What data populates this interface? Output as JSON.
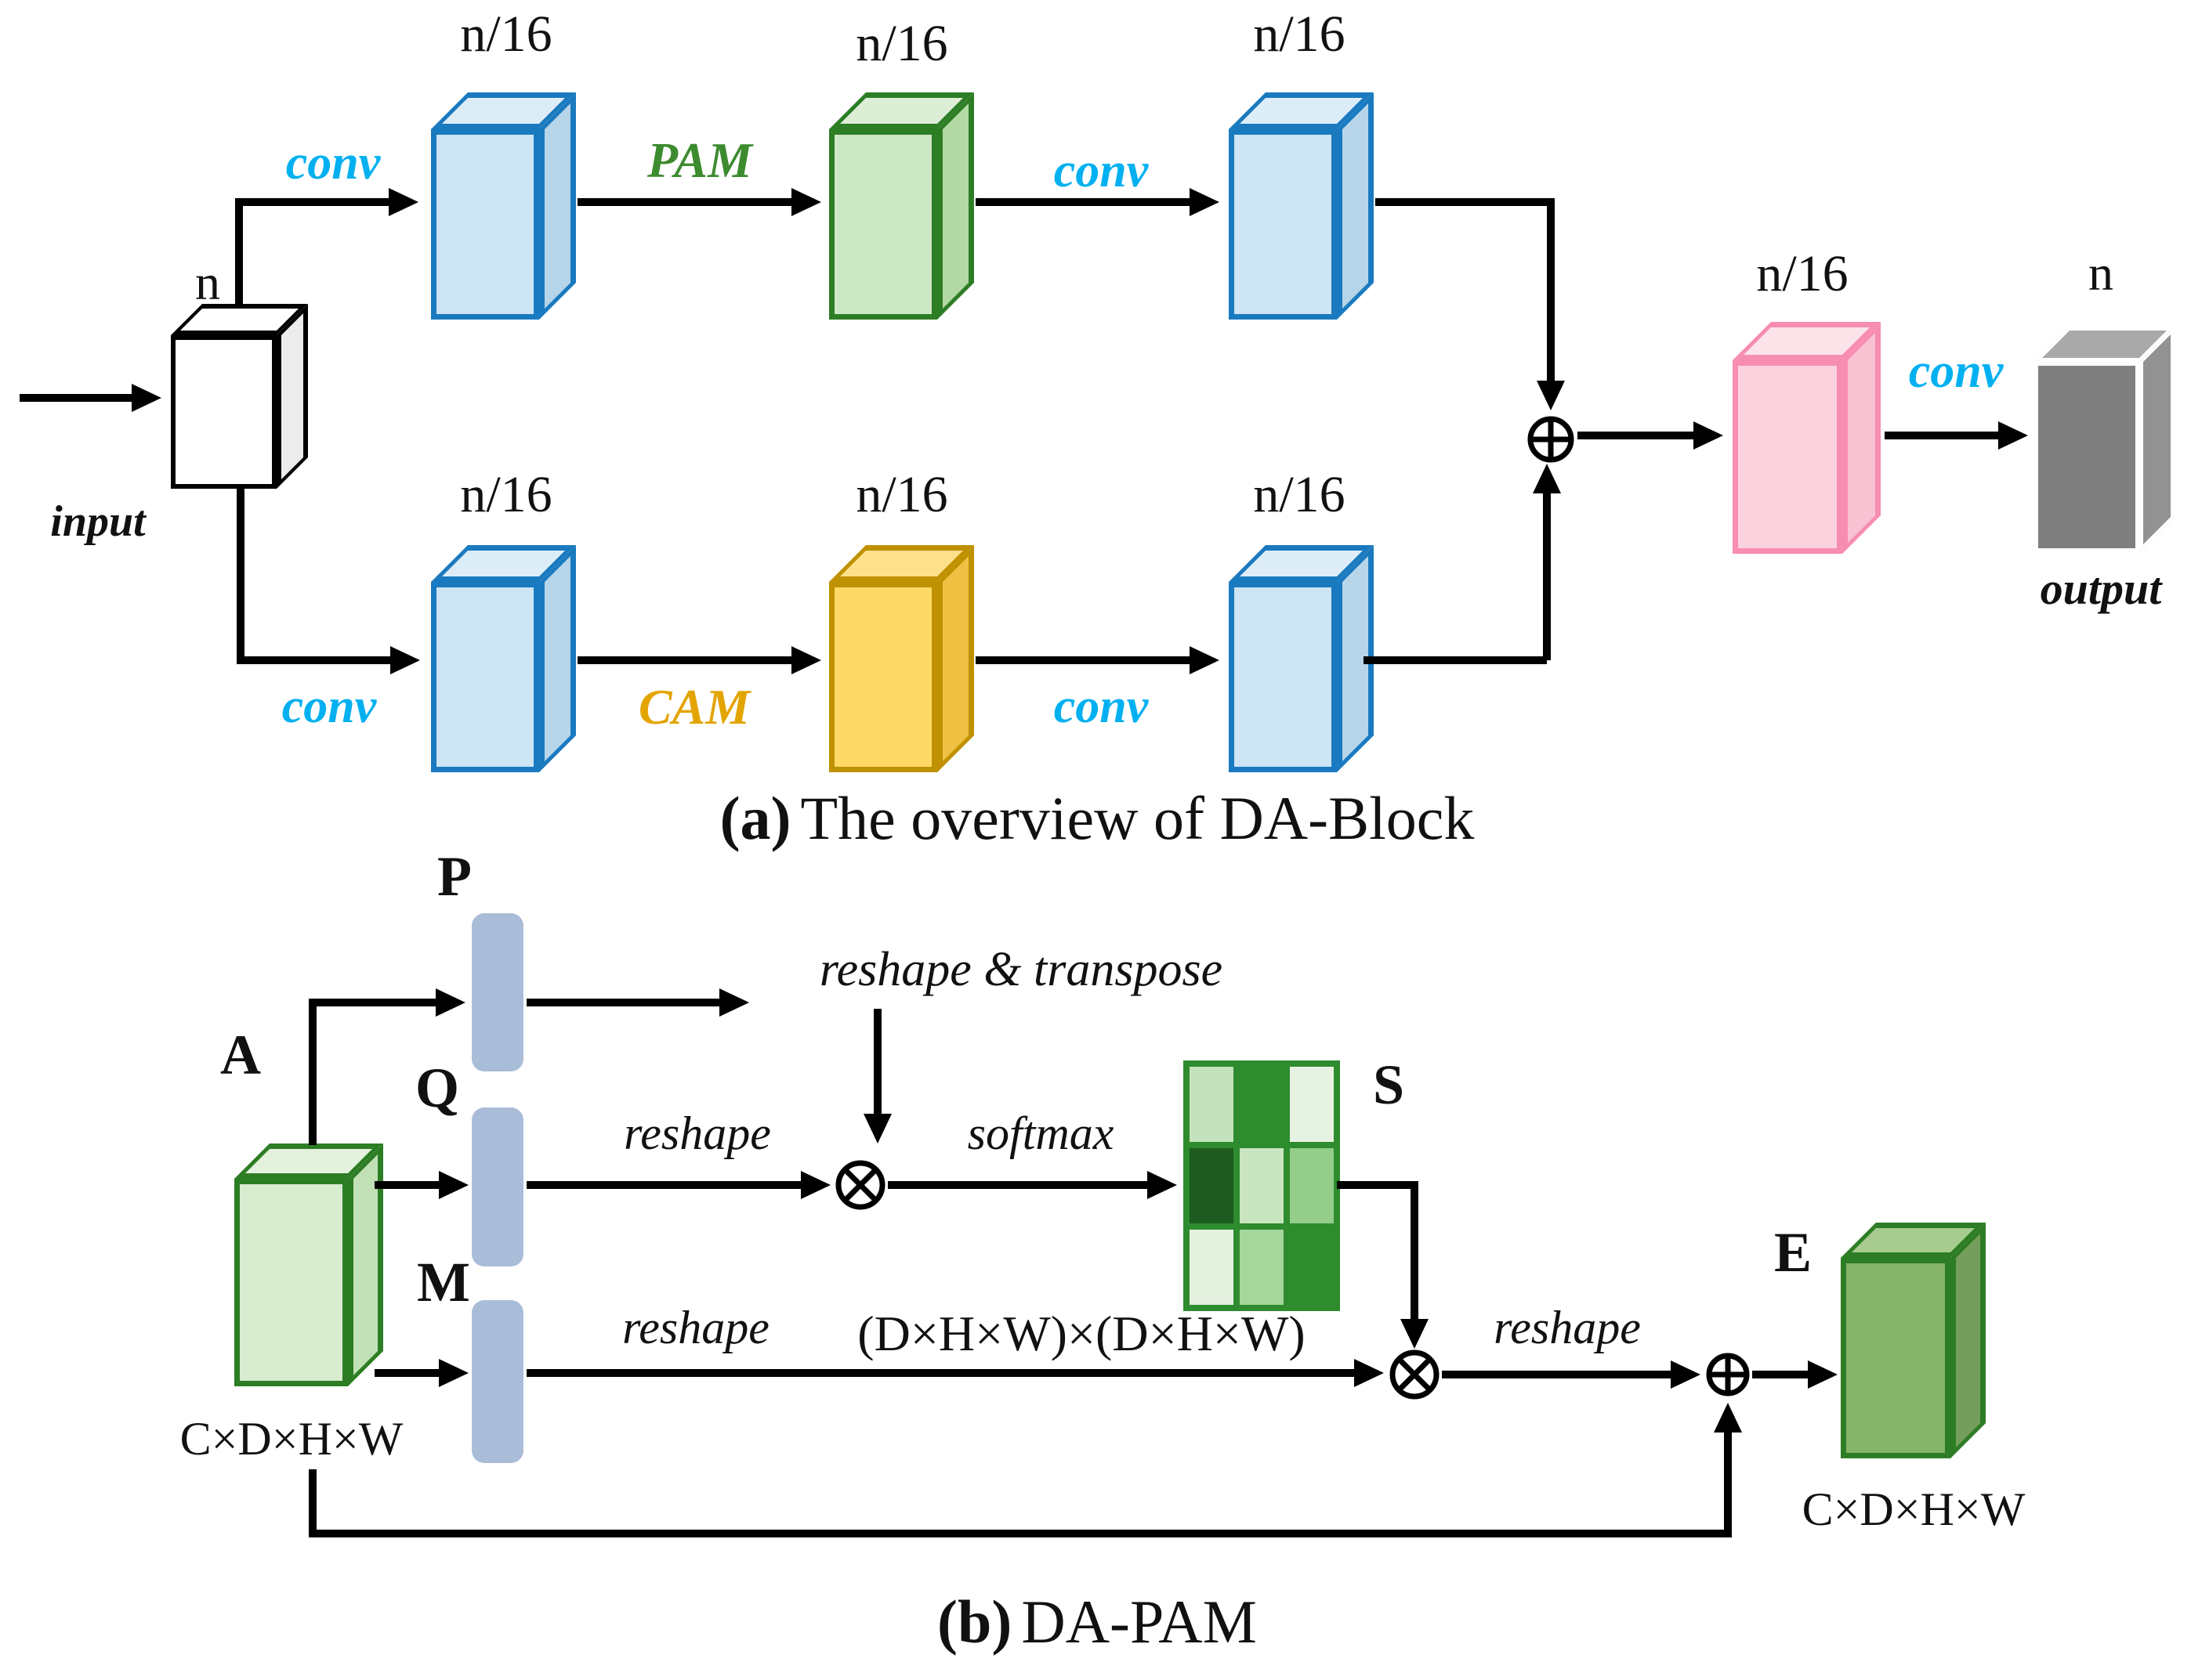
{
  "panel_a": {
    "caption_prefix": "(a)",
    "caption": "The overview of DA-Block",
    "input_label": "input",
    "output_label": "output",
    "dim_full": "n",
    "dim_reduced": "n/16",
    "conv_label": "conv",
    "pam_label": "PAM",
    "cam_label": "CAM"
  },
  "panel_b": {
    "caption_prefix": "(b)",
    "caption": "DA-PAM",
    "block_a": "A",
    "block_e": "E",
    "bar_p": "P",
    "bar_q": "Q",
    "bar_m": "M",
    "matrix_s": "S",
    "tensor_dims": "C×D×H×W",
    "reshape_transpose_label": "reshape & transpose",
    "reshape_label": "reshape",
    "softmax_label": "softmax",
    "matmul_dims": "(D×H×W)×(D×H×W)",
    "s_matrix_cells": [
      "#c4e3bc",
      "#2e8b2e",
      "#e7f3e2",
      "#1d5c1e",
      "#c9e6c1",
      "#94cc8a",
      "#e4f1df",
      "#a5d69b",
      "#2e8b2e"
    ]
  },
  "colors": {
    "conv_text": "#00b0f0",
    "pam_text": "#3d8b2f",
    "cam_text": "#e3a400",
    "arrow": "#000000"
  },
  "palettes": {
    "blue": {
      "face": "#cde4f5",
      "top": "#ddedf8",
      "side": "#b7d5ea",
      "edge": "#1a7abf"
    },
    "green": {
      "face": "#cde8c4",
      "top": "#ddeed6",
      "side": "#b3d9a5",
      "edge": "#2d7d25"
    },
    "yellow": {
      "face": "#ffd965",
      "top": "#ffe08a",
      "side": "#f0c043",
      "edge": "#bf9000"
    },
    "pink": {
      "face": "#fbd3de",
      "top": "#fce3ea",
      "side": "#f9c2d2",
      "edge": "#f78db1"
    },
    "gray": {
      "face": "#7f7f7f",
      "top": "#a9a9a9",
      "side": "#929292",
      "edge": "#ffffff"
    },
    "input": {
      "face": "#ffffff",
      "top": "#ffffff",
      "side": "#ececec",
      "edge": "#000000"
    },
    "agreen": {
      "face": "#d8ecd0",
      "top": "#e4f2dd",
      "side": "#c2e0b5",
      "edge": "#2d7d25"
    },
    "egreen": {
      "face": "#85b46a",
      "top": "#a8cb8f",
      "side": "#749e5b",
      "edge": "#2d7d25"
    },
    "bar": {
      "face": "#a9bdd8"
    },
    "smatrix": {
      "edge": "#2e8b2e"
    }
  }
}
